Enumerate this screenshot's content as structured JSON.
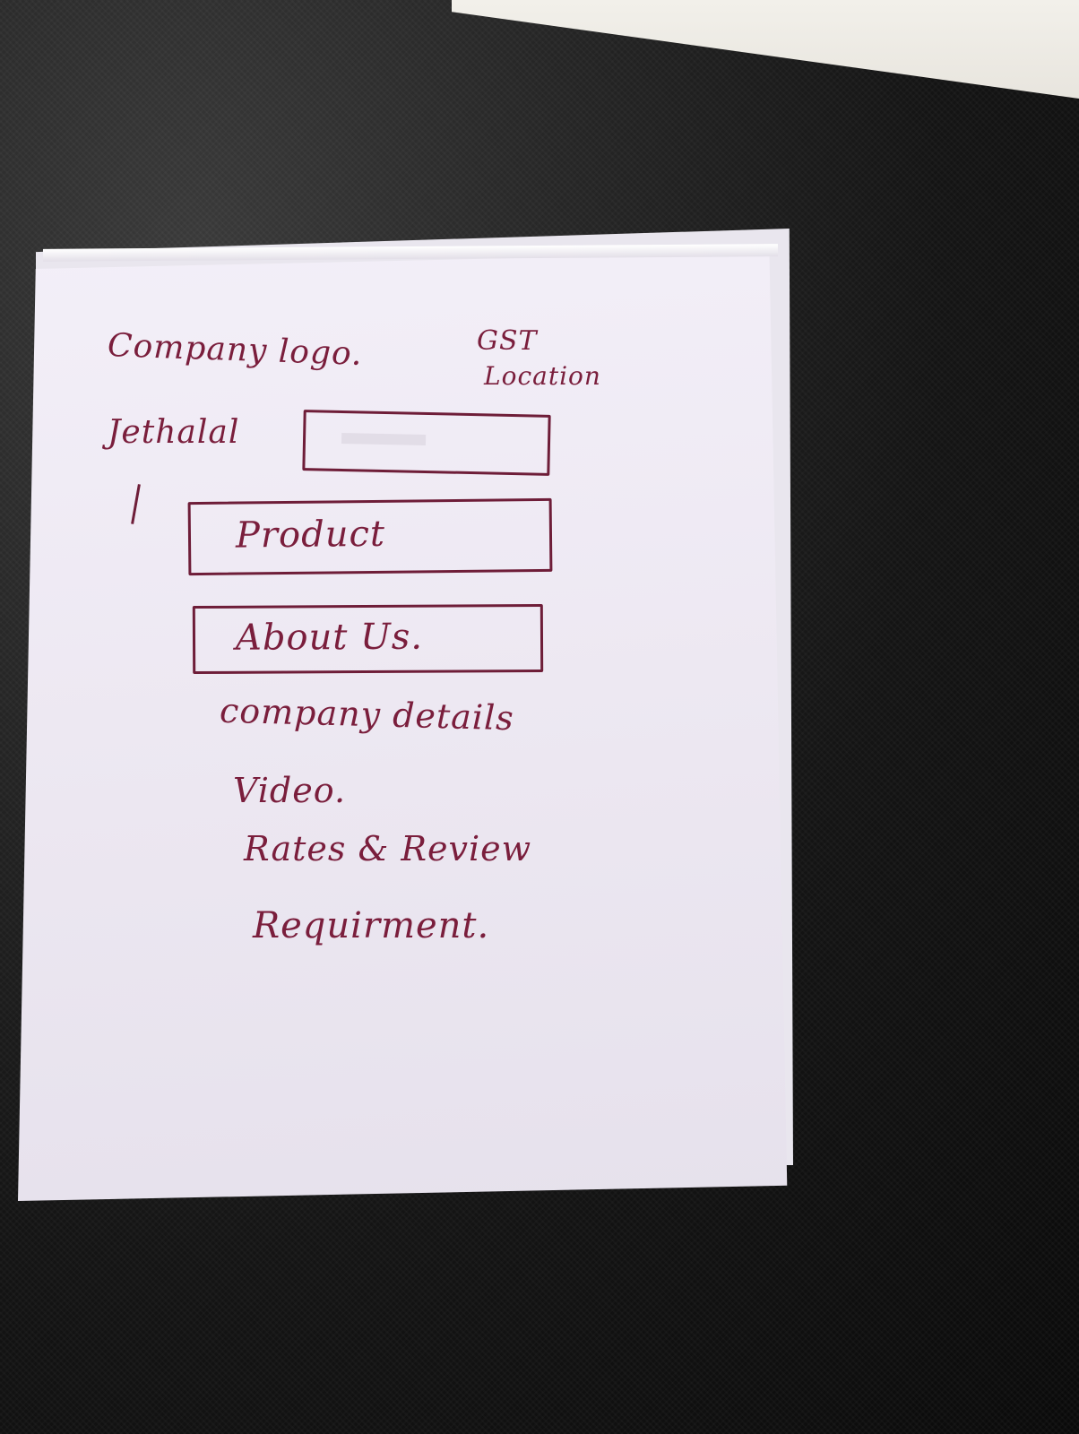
{
  "header": {
    "logo_label": "Company logo.",
    "gst_label": "GST",
    "location_label": "Location"
  },
  "profile": {
    "name": "Jethalal"
  },
  "nav": {
    "product_label": "Product",
    "about_label": "About Us."
  },
  "sections": {
    "details_label": "company details",
    "video_label": "Video.",
    "rates_label": "Rates & Review",
    "requirement_label": "Requirment."
  },
  "colors": {
    "ink": "#7a1e3c",
    "paper": "#eeeaf3",
    "background": "#141414"
  }
}
